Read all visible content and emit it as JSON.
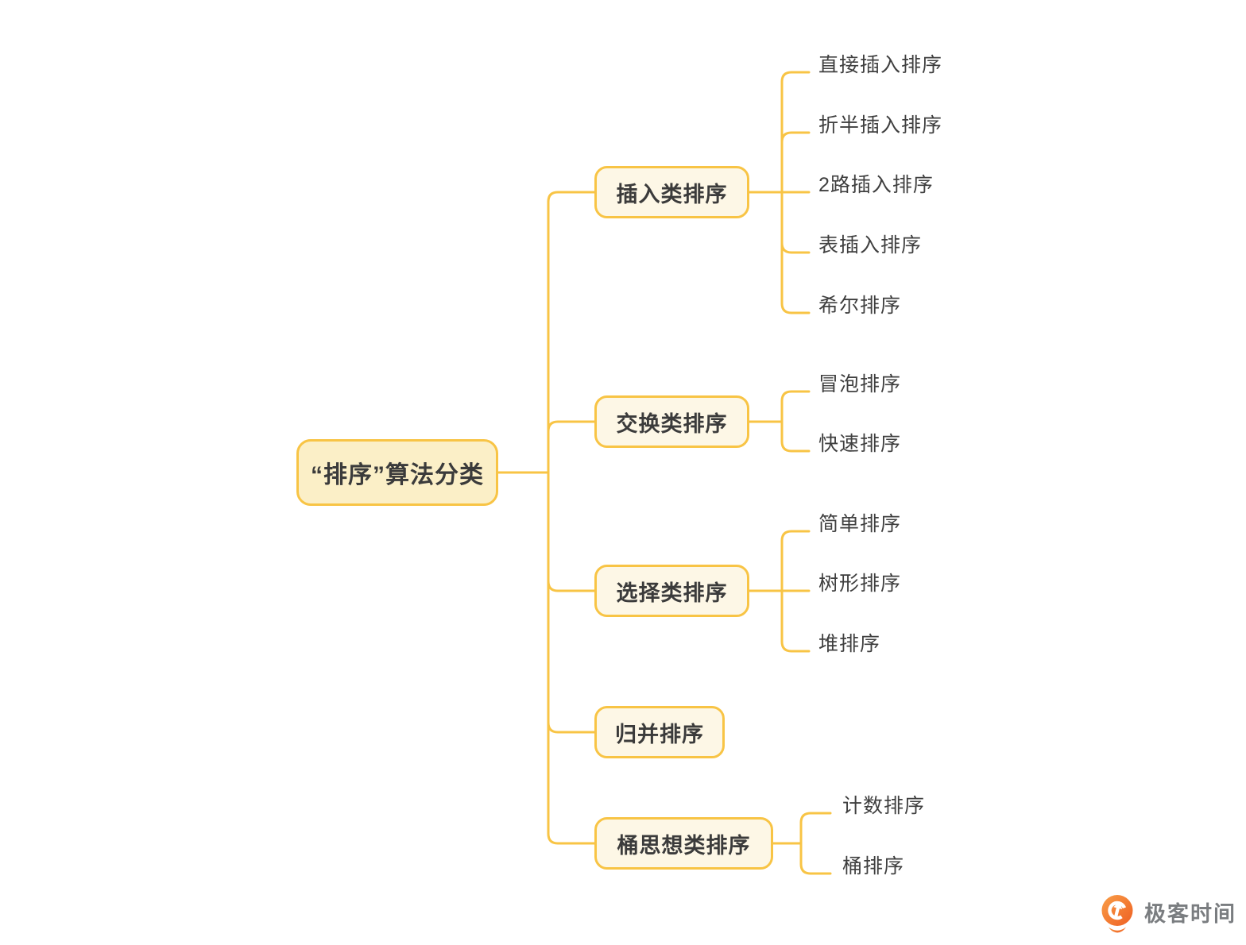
{
  "mindmap": {
    "root": {
      "label": "“排序”算法分类"
    },
    "branches": [
      {
        "label": "插入类排序",
        "children": [
          "直接插入排序",
          "折半插入排序",
          "2路插入排序",
          "表插入排序",
          "希尔排序"
        ]
      },
      {
        "label": "交换类排序",
        "children": [
          "冒泡排序",
          "快速排序"
        ]
      },
      {
        "label": "选择类排序",
        "children": [
          "简单排序",
          "树形排序",
          "堆排序"
        ]
      },
      {
        "label": "归并排序",
        "children": []
      },
      {
        "label": "桶思想类排序",
        "children": [
          "计数排序",
          "桶排序"
        ]
      }
    ]
  },
  "watermark": {
    "brand": "极客时间"
  },
  "colors": {
    "line": "#F8C445",
    "rootFill": "#FBEFC7",
    "branchFill": "#FDF7E6",
    "text": "#3B3B3B",
    "leafText": "#3F3F3F",
    "brandOrange": "#F2682A",
    "brandGray": "#7A7D80"
  }
}
